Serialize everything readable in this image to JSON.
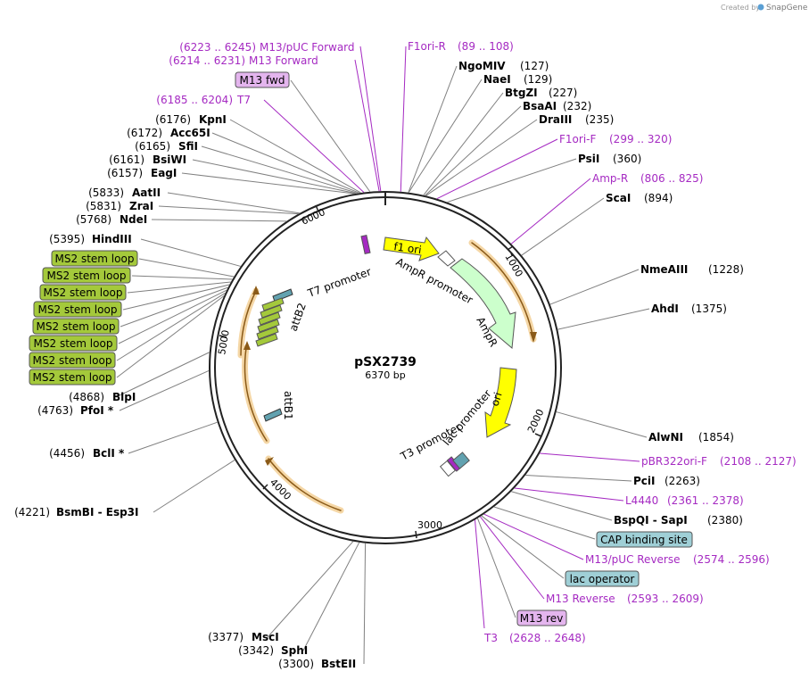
{
  "credit": {
    "created_by": "Created by",
    "brand": "SnapGene"
  },
  "plasmid": {
    "name": "pSX2739",
    "size": "6370 bp"
  },
  "ticks": [
    "1000",
    "2000",
    "3000",
    "4000",
    "5000",
    "6000"
  ],
  "features": {
    "f1_ori": "f1 ori",
    "ampr_promoter": "AmpR promoter",
    "ampr": "AmpR",
    "ori": "ori",
    "t3_promoter": "T3 promoter",
    "lac_promoter": "lac promoter",
    "t7_promoter": "T7 promoter",
    "attb2": "attB2",
    "attb1": "attB1"
  },
  "left_labels": [
    {
      "pos": "(6223 .. 6245)",
      "name": "M13/pUC Forward",
      "kind": "primer"
    },
    {
      "pos": "(6214 .. 6231)",
      "name": "M13 Forward",
      "kind": "primer"
    },
    {
      "pos": "",
      "name": "M13 fwd",
      "kind": "box-primer"
    },
    {
      "pos": "(6185 .. 6204)",
      "name": "T7",
      "kind": "primer"
    },
    {
      "pos": "(6176)",
      "name": "KpnI",
      "kind": "enzyme"
    },
    {
      "pos": "(6172)",
      "name": "Acc65I",
      "kind": "enzyme"
    },
    {
      "pos": "(6165)",
      "name": "SfiI",
      "kind": "enzyme"
    },
    {
      "pos": "(6161)",
      "name": "BsiWI",
      "kind": "enzyme"
    },
    {
      "pos": "(6157)",
      "name": "EagI",
      "kind": "enzyme"
    },
    {
      "pos": "(5833)",
      "name": "AatII",
      "kind": "enzyme"
    },
    {
      "pos": "(5831)",
      "name": "ZraI",
      "kind": "enzyme"
    },
    {
      "pos": "(5768)",
      "name": "NdeI",
      "kind": "enzyme"
    },
    {
      "pos": "(5395)",
      "name": "HindIII",
      "kind": "enzyme"
    },
    {
      "pos": "",
      "name": "MS2 stem loop",
      "kind": "box-feature"
    },
    {
      "pos": "",
      "name": "MS2 stem loop",
      "kind": "box-feature"
    },
    {
      "pos": "",
      "name": "MS2 stem loop",
      "kind": "box-feature"
    },
    {
      "pos": "",
      "name": "MS2 stem loop",
      "kind": "box-feature"
    },
    {
      "pos": "",
      "name": "MS2 stem loop",
      "kind": "box-feature"
    },
    {
      "pos": "",
      "name": "MS2 stem loop",
      "kind": "box-feature"
    },
    {
      "pos": "",
      "name": "MS2 stem loop",
      "kind": "box-feature"
    },
    {
      "pos": "",
      "name": "MS2 stem loop",
      "kind": "box-feature"
    },
    {
      "pos": "(4868)",
      "name": "BlpI",
      "kind": "enzyme"
    },
    {
      "pos": "(4763)",
      "name": "PfoI *",
      "kind": "enzyme"
    },
    {
      "pos": "(4456)",
      "name": "BclI *",
      "kind": "enzyme"
    },
    {
      "pos": "(4221)",
      "name": "BsmBI - Esp3I",
      "kind": "enzyme"
    }
  ],
  "right_labels": [
    {
      "name": "F1ori-R",
      "pos": "(89 .. 108)",
      "kind": "primer"
    },
    {
      "name": "NgoMIV",
      "pos": "(127)",
      "kind": "enzyme"
    },
    {
      "name": "NaeI",
      "pos": "(129)",
      "kind": "enzyme"
    },
    {
      "name": "BtgZI",
      "pos": "(227)",
      "kind": "enzyme"
    },
    {
      "name": "BsaAI",
      "pos": "(232)",
      "kind": "enzyme"
    },
    {
      "name": "DraIII",
      "pos": "(235)",
      "kind": "enzyme"
    },
    {
      "name": "F1ori-F",
      "pos": "(299 .. 320)",
      "kind": "primer"
    },
    {
      "name": "PsiI",
      "pos": "(360)",
      "kind": "enzyme"
    },
    {
      "name": "Amp-R",
      "pos": "(806 .. 825)",
      "kind": "primer"
    },
    {
      "name": "ScaI",
      "pos": "(894)",
      "kind": "enzyme"
    },
    {
      "name": "NmeAIII",
      "pos": "(1228)",
      "kind": "enzyme"
    },
    {
      "name": "AhdI",
      "pos": "(1375)",
      "kind": "enzyme"
    },
    {
      "name": "AlwNI",
      "pos": "(1854)",
      "kind": "enzyme"
    },
    {
      "name": "pBR322ori-F",
      "pos": "(2108 .. 2127)",
      "kind": "primer"
    },
    {
      "name": "PciI",
      "pos": "(2263)",
      "kind": "enzyme"
    },
    {
      "name": "L4440",
      "pos": "(2361 .. 2378)",
      "kind": "primer"
    },
    {
      "name": "BspQI - SapI",
      "pos": "(2380)",
      "kind": "enzyme"
    },
    {
      "name": "CAP binding site",
      "pos": "",
      "kind": "box-blue"
    },
    {
      "name": "M13/pUC Reverse",
      "pos": "(2574 .. 2596)",
      "kind": "primer"
    },
    {
      "name": "lac operator",
      "pos": "",
      "kind": "box-blue"
    },
    {
      "name": "M13 Reverse",
      "pos": "(2593 .. 2609)",
      "kind": "primer"
    },
    {
      "name": "M13 rev",
      "pos": "",
      "kind": "box-primer"
    },
    {
      "name": "T3",
      "pos": "(2628 .. 2648)",
      "kind": "primer"
    }
  ],
  "bottom_labels": [
    {
      "pos": "(3377)",
      "name": "MscI",
      "kind": "enzyme"
    },
    {
      "pos": "(3342)",
      "name": "SphI",
      "kind": "enzyme"
    },
    {
      "pos": "(3300)",
      "name": "BstEII",
      "kind": "enzyme"
    }
  ],
  "colors": {
    "primer": "#a52ac2",
    "enzyme_line": "#808080",
    "f1_ori": "#ffff00",
    "ampr": "#ccffcc",
    "orf_arc": "#f5a623",
    "ms2": "#a4c93b",
    "blue_box": "#9fcfd6",
    "primer_box": "#e4b5ee"
  }
}
